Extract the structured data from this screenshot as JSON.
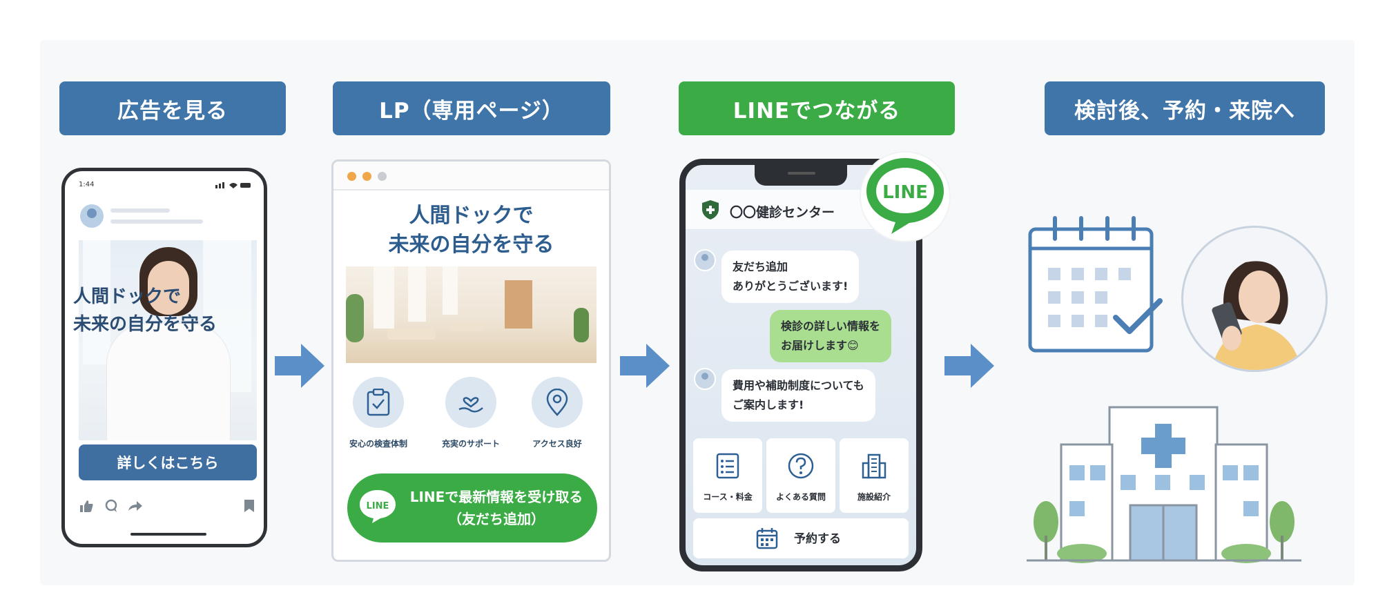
{
  "steps": [
    {
      "label": "広告を見る"
    },
    {
      "label": "LP（専用ページ）"
    },
    {
      "label": "LINEでつながる"
    },
    {
      "label": "検討後、予約・来院へ"
    }
  ],
  "colors": {
    "step_blue": "#3f75a8",
    "step_green": "#3bab45",
    "arrow": "#5b8fc7",
    "line_green": "#3bab45"
  },
  "ad": {
    "status_time": "1:44",
    "headline": "人間ドックで\n未来の自分を守る",
    "cta": "詳しくはこちら",
    "icons": [
      "thumbs-up-icon",
      "comment-icon",
      "share-icon",
      "bookmark-icon"
    ]
  },
  "lp": {
    "title": "人間ドックで\n未来の自分を守る",
    "features": [
      {
        "icon": "clipboard-check-icon",
        "label": "安心の検査体制"
      },
      {
        "icon": "heart-hand-icon",
        "label": "充実のサポート"
      },
      {
        "icon": "location-pin-icon",
        "label": "アクセス良好"
      }
    ],
    "cta_logo": "LINE",
    "cta_text": "LINEで最新情報を受け取る\n（友だち追加）"
  },
  "line_chat": {
    "badge": "LINE",
    "account_name": "〇〇健診センター",
    "messages": [
      {
        "side": "left",
        "text": "友だち追加\nありがとうございます!"
      },
      {
        "side": "right",
        "text": "検診の詳しい情報を\nお届けします😊"
      },
      {
        "side": "left",
        "text": "費用や補助制度についても\nご案内します!"
      }
    ],
    "menu": [
      {
        "icon": "list-icon",
        "label": "コース・料金"
      },
      {
        "icon": "question-icon",
        "label": "よくある質問"
      },
      {
        "icon": "building-icon",
        "label": "施設紹介"
      }
    ],
    "reserve": {
      "icon": "calendar-icon",
      "label": "予約する"
    }
  },
  "visit": {
    "icons": [
      "calendar-check-icon",
      "person-with-phone-icon",
      "hospital-icon"
    ]
  }
}
